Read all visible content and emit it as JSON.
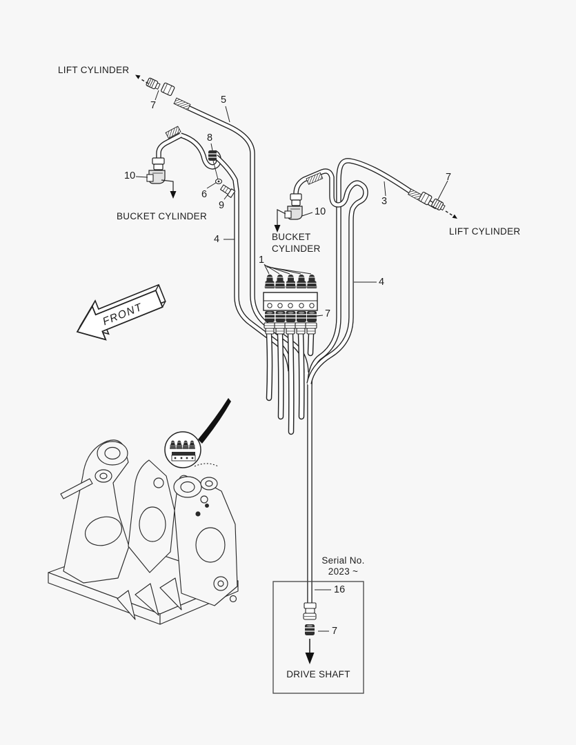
{
  "colors": {
    "background": "#f7f7f7",
    "line": "#222222",
    "fitting_dark": "#2e2e2e"
  },
  "labels": {
    "lift_cylinder_left": "LIFT CYLINDER",
    "bucket_cylinder_left": "BUCKET CYLINDER",
    "bucket_cylinder_center": "BUCKET\nCYLINDER",
    "lift_cylinder_right": "LIFT CYLINDER",
    "front": "FRONT",
    "serial_note": "Serial No.\n2023 ~",
    "drive_shaft": "DRIVE SHAFT"
  },
  "callouts": [
    "7",
    "5",
    "8",
    "10",
    "6",
    "9",
    "4",
    "10",
    "3",
    "7",
    "1",
    "7",
    "4",
    "16",
    "7"
  ]
}
